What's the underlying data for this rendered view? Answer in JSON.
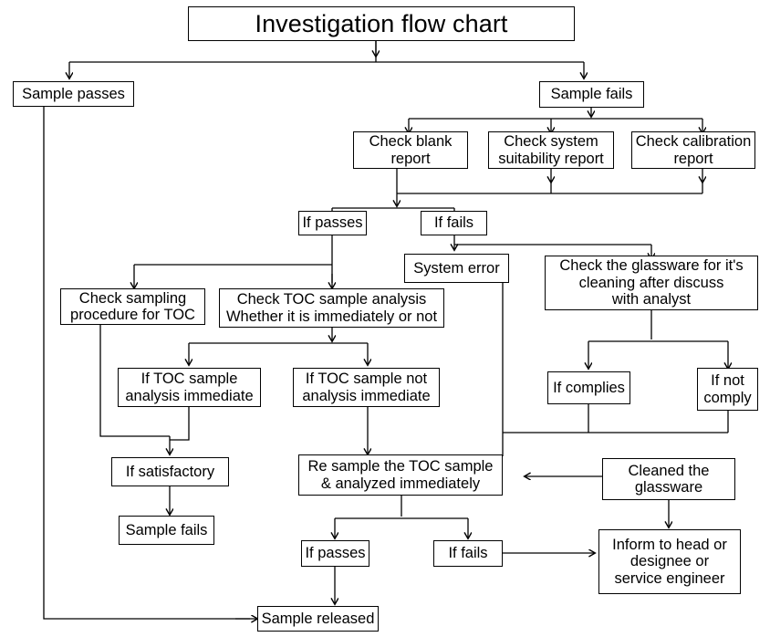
{
  "document": {
    "title": "Investigation flow chart",
    "type": "flowchart",
    "theme": {
      "background": "#ffffff",
      "box_border": "#000000",
      "box_fill": "#ffffff",
      "text": "#000000",
      "connector": "#000000"
    }
  },
  "nodes": {
    "title": {
      "label": "Investigation flow chart"
    },
    "sample_passes": {
      "label": "Sample passes"
    },
    "sample_fails_top": {
      "label": "Sample fails"
    },
    "check_blank_report": {
      "label": "Check blank\nreport"
    },
    "check_system_suitability": {
      "label": "Check system\nsuitability report"
    },
    "check_calibration_report": {
      "label": "Check calibration\nreport"
    },
    "if_passes_1": {
      "label": "If passes"
    },
    "if_fails_1": {
      "label": "If fails"
    },
    "system_error": {
      "label": "System error"
    },
    "check_glassware": {
      "label": "Check the glassware for it's\ncleaning after discuss\nwith analyst"
    },
    "check_sampling_procedure": {
      "label": "Check sampling\nprocedure for TOC"
    },
    "check_toc_sample_analysis": {
      "label": "Check TOC sample analysis\nWhether it is immediately or not"
    },
    "toc_immediate": {
      "label": "If TOC sample\nanalysis immediate"
    },
    "toc_not_immediate": {
      "label": "If TOC sample not\nanalysis immediate"
    },
    "if_complies": {
      "label": "If complies"
    },
    "if_not_comply": {
      "label": "If not\ncomply"
    },
    "if_satisfactory": {
      "label": "If satisfactory"
    },
    "re_sample_toc": {
      "label": "Re sample the TOC sample\n& analyzed  immediately"
    },
    "cleaned_glassware": {
      "label": "Cleaned the\nglassware"
    },
    "sample_fails_bottom": {
      "label": "Sample fails"
    },
    "if_passes_2": {
      "label": "If passes"
    },
    "if_fails_2": {
      "label": "If fails"
    },
    "inform_head": {
      "label": "Inform to head or\ndesignee or\nservice engineer"
    },
    "sample_released": {
      "label": "Sample released"
    }
  },
  "flow_edges": [
    {
      "from": "title",
      "to": "sample_passes"
    },
    {
      "from": "title",
      "to": "sample_fails_top"
    },
    {
      "from": "sample_fails_top",
      "to": "check_blank_report"
    },
    {
      "from": "sample_fails_top",
      "to": "check_system_suitability"
    },
    {
      "from": "sample_fails_top",
      "to": "check_calibration_report"
    },
    {
      "from": "check_blank_report",
      "to": "if_passes_1"
    },
    {
      "from": "check_blank_report",
      "to": "if_fails_1"
    },
    {
      "from": "check_system_suitability",
      "to": "if_passes_1"
    },
    {
      "from": "check_system_suitability",
      "to": "if_fails_1"
    },
    {
      "from": "check_calibration_report",
      "to": "if_passes_1"
    },
    {
      "from": "check_calibration_report",
      "to": "if_fails_1"
    },
    {
      "from": "if_passes_1",
      "to": "check_sampling_procedure"
    },
    {
      "from": "if_passes_1",
      "to": "check_toc_sample_analysis"
    },
    {
      "from": "if_fails_1",
      "to": "system_error"
    },
    {
      "from": "if_fails_1",
      "to": "check_glassware"
    },
    {
      "from": "check_toc_sample_analysis",
      "to": "toc_immediate"
    },
    {
      "from": "check_toc_sample_analysis",
      "to": "toc_not_immediate"
    },
    {
      "from": "check_sampling_procedure",
      "to": "if_satisfactory"
    },
    {
      "from": "toc_immediate",
      "to": "if_satisfactory"
    },
    {
      "from": "toc_not_immediate",
      "to": "re_sample_toc"
    },
    {
      "from": "if_satisfactory",
      "to": "sample_fails_bottom"
    },
    {
      "from": "check_glassware",
      "to": "if_complies"
    },
    {
      "from": "check_glassware",
      "to": "if_not_comply"
    },
    {
      "from": "if_complies",
      "to": "re_sample_toc"
    },
    {
      "from": "if_not_comply",
      "to": "re_sample_toc"
    },
    {
      "from": "system_error",
      "to": "re_sample_toc"
    },
    {
      "from": "cleaned_glassware",
      "to": "re_sample_toc"
    },
    {
      "from": "cleaned_glassware",
      "to": "inform_head"
    },
    {
      "from": "re_sample_toc",
      "to": "if_passes_2"
    },
    {
      "from": "re_sample_toc",
      "to": "if_fails_2"
    },
    {
      "from": "if_passes_2",
      "to": "sample_released"
    },
    {
      "from": "if_fails_2",
      "to": "inform_head"
    },
    {
      "from": "sample_passes",
      "to": "sample_released"
    }
  ]
}
